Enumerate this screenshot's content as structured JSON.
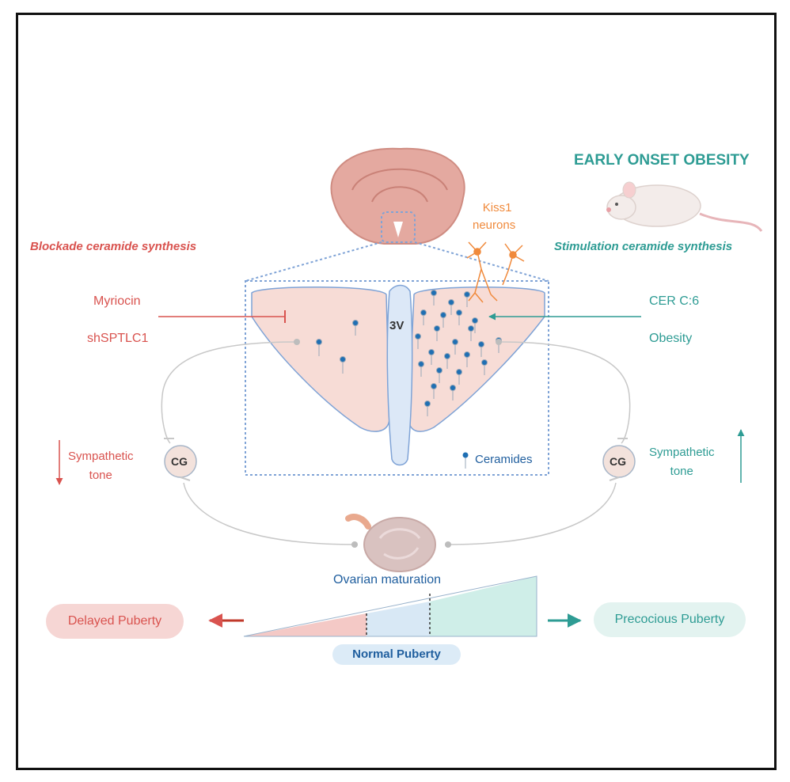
{
  "header": {
    "early_onset_obesity": "EARLY ONSET OBESITY",
    "blockade": "Blockade ceramide synthesis",
    "stimulation": "Stimulation ceramide synthesis"
  },
  "left": {
    "myriocin": "Myriocin",
    "shsptlc1": "shSPTLC1",
    "sympathetic_tone": [
      "Sympathetic",
      "tone"
    ]
  },
  "right": {
    "cer": "CER C:6",
    "obesity": "Obesity",
    "sympathetic_tone": [
      "Sympathetic",
      "tone"
    ]
  },
  "center": {
    "kiss1": [
      "Kiss1",
      "neurons"
    ],
    "third_ventricle": "3V",
    "ceramides_legend": "Ceramides",
    "cg": "CG"
  },
  "bottom": {
    "ovarian_maturation": "Ovarian maturation",
    "delayed_puberty": "Delayed Puberty",
    "precocious_puberty": "Precocious Puberty",
    "normal_puberty": "Normal Puberty"
  },
  "colors": {
    "red": "#d9534f",
    "teal": "#2e9c94",
    "tissue": "#f7dcd6",
    "outline": "#7fa3d6"
  }
}
